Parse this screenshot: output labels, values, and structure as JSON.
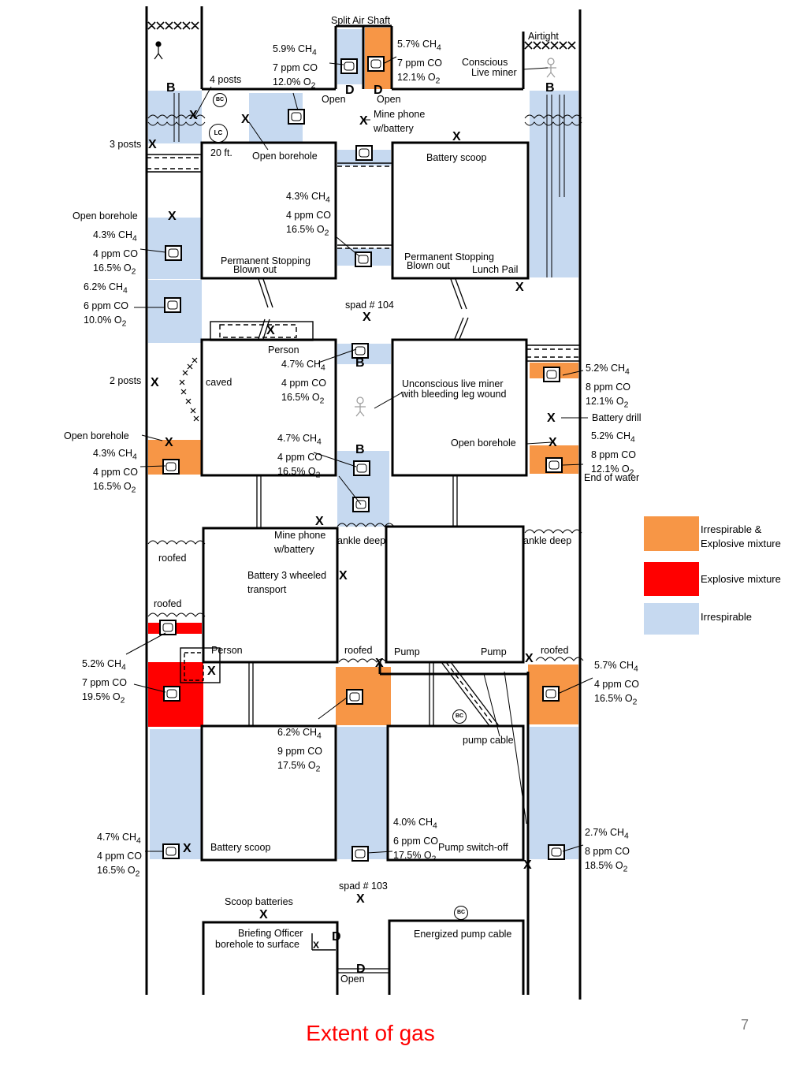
{
  "colors": {
    "irrespirable_explosive": "#f79646",
    "explosive": "#ff0000",
    "irrespirable": "#c6d9f0"
  },
  "legend": [
    {
      "line1": "Irrespirable &",
      "line2": "Explosive mixture"
    },
    {
      "line1": "Explosive mixture",
      "line2": ""
    },
    {
      "line1": "Irrespirable",
      "line2": ""
    }
  ],
  "footer": {
    "title": "Extent of gas",
    "page_number": "7"
  },
  "badges": {
    "bc": "BC",
    "lc": "LC"
  },
  "icons": [
    "sensor-icon",
    "miner-figure-icon",
    "barricade-x-icon",
    "curtain-icon",
    "ladder-icon"
  ],
  "labels": {
    "split_air_shaft": "Split Air Shaft",
    "airtight": "Airtight",
    "conscious": "Conscious",
    "live_miner": "Live miner",
    "four_posts": "4 posts",
    "open_d1": "Open",
    "open_d2": "Open",
    "mine_phone_top": "Mine phone",
    "w_battery_top": "w/battery",
    "three_posts": "3 posts",
    "twenty_ft": "20 ft.",
    "open_borehole_1": "Open borehole",
    "battery_scoop_1": "Battery scoop",
    "open_borehole_left": "Open borehole",
    "perm_stopping_1": "Permanent Stopping",
    "blown_out_1": "Blown out",
    "perm_stopping_2": "Permanent Stopping",
    "blown_out_2": "Blown out",
    "lunch_pail": "Lunch Pail",
    "spad_104": "spad # 104",
    "person_1": "Person",
    "two_posts": "2 posts",
    "caved": "caved",
    "unconscious_1": "Unconscious live miner",
    "unconscious_2": "with bleeding leg wound",
    "battery_drill": "Battery drill",
    "open_borehole_left2": "Open borehole",
    "open_borehole_mid": "Open borehole",
    "end_of_water": "End of water",
    "mine_phone_2": "Mine phone",
    "w_battery_2": "w/battery",
    "ankle_deep_1": "ankle deep",
    "ankle_deep_2": "ankle deep",
    "roofed_1": "roofed",
    "battery_3_wheeled": "Battery 3 wheeled",
    "transport": "transport",
    "roofed_2": "roofed",
    "person_2": "Person",
    "roofed_3": "roofed",
    "pump_1": "Pump",
    "pump_2": "Pump",
    "roofed_4": "roofed",
    "pump_cable": "pump cable",
    "battery_scoop_2": "Battery scoop",
    "pump_switch_off": "Pump switch-off",
    "spad_103": "spad # 103",
    "scoop_batteries": "Scoop batteries",
    "briefing_officer": "Briefing Officer",
    "borehole_to_surface": "borehole to surface",
    "energized_pump_cable": "Energized pump cable",
    "open_bottom": "Open"
  },
  "readings": [
    {
      "ch4": "5.9% CH",
      "co": "7 ppm CO",
      "o2": "12.0% O"
    },
    {
      "ch4": "5.7% CH",
      "co": "7 ppm CO",
      "o2": "12.1% O"
    },
    {
      "ch4": "4.3% CH",
      "co": "4 ppm CO",
      "o2": "16.5% O"
    },
    {
      "ch4": "4.3% CH",
      "co": "4 ppm CO",
      "o2": "16.5% O"
    },
    {
      "ch4": "6.2% CH",
      "co": "6 ppm CO",
      "o2": "10.0% O"
    },
    {
      "ch4": "4.7% CH",
      "co": "4 ppm CO",
      "o2": "16.5% O"
    },
    {
      "ch4": "5.2% CH",
      "co": "8 ppm CO",
      "o2": "12.1% O"
    },
    {
      "ch4": "4.3% CH",
      "co": "4 ppm CO",
      "o2": "16.5% O"
    },
    {
      "ch4": "4.7% CH",
      "co": "4 ppm CO",
      "o2": "16.5% O"
    },
    {
      "ch4": "5.2% CH",
      "co": "8 ppm CO",
      "o2": "12.1% O"
    },
    {
      "ch4": "5.2% CH",
      "co": "7 ppm CO",
      "o2": "19.5% O"
    },
    {
      "ch4": "5.7% CH",
      "co": "4 ppm CO",
      "o2": "16.5% O"
    },
    {
      "ch4": "6.2% CH",
      "co": "9 ppm CO",
      "o2": "17.5% O"
    },
    {
      "ch4": "4.0% CH",
      "co": "6 ppm CO",
      "o2": "17.5% O"
    },
    {
      "ch4": "4.7% CH",
      "co": "4 ppm CO",
      "o2": "16.5% O"
    },
    {
      "ch4": "2.7% CH",
      "co": "8 ppm CO",
      "o2": "18.5% O"
    }
  ],
  "marks": {
    "x": "X",
    "b": "B",
    "d": "D"
  }
}
